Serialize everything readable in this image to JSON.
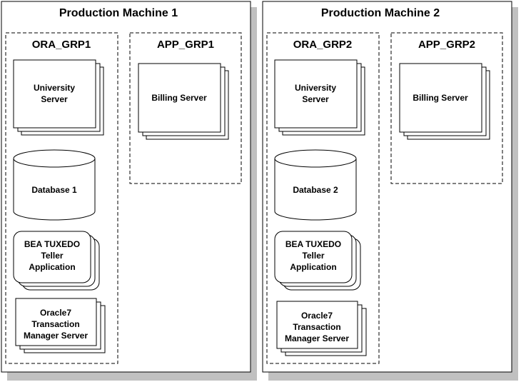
{
  "machines": [
    {
      "title": "Production Machine 1",
      "ora_group": {
        "title": "ORA_GRP1",
        "server_lines": [
          "University",
          "Server"
        ],
        "database_label": "Database 1",
        "tuxedo_lines": [
          "BEA TUXEDO",
          "Teller",
          "Application"
        ],
        "oracle_lines": [
          "Oracle7",
          "Transaction",
          "Manager Server"
        ]
      },
      "app_group": {
        "title": "APP_GRP1",
        "server_label": "Billing Server"
      }
    },
    {
      "title": "Production Machine 2",
      "ora_group": {
        "title": "ORA_GRP2",
        "server_lines": [
          "University",
          "Server"
        ],
        "database_label": "Database 2",
        "tuxedo_lines": [
          "BEA TUXEDO",
          "Teller",
          "Application"
        ],
        "oracle_lines": [
          "Oracle7",
          "Transaction",
          "Manager Server"
        ]
      },
      "app_group": {
        "title": "APP_GRP2",
        "server_label": "Billing Server"
      }
    }
  ],
  "colors": {
    "shadow": "#c0c0c0",
    "stroke": "#000000",
    "fill": "#ffffff"
  }
}
